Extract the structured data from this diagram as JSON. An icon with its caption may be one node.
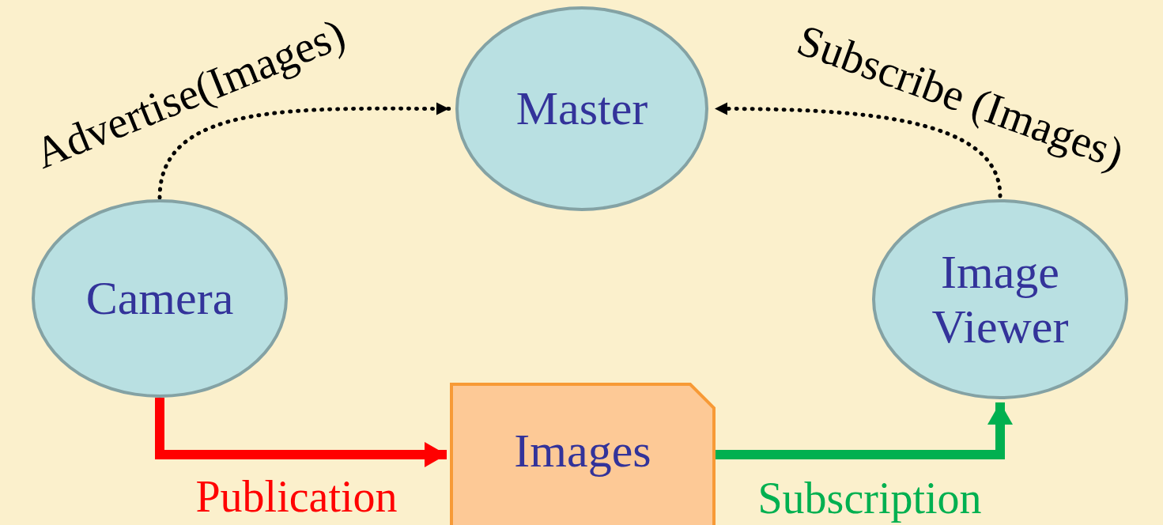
{
  "diagram": {
    "nodes": [
      {
        "text": [
          "Master"
        ]
      },
      {
        "text": [
          "Camera"
        ]
      },
      {
        "text": [
          "Image Viewer"
        ]
      },
      {
        "text": [
          "Images"
        ]
      }
    ],
    "edges": [
      {
        "from": 1,
        "to": 0,
        "arrow": "to",
        "label": "Advertise(Images)",
        "style": "dashed"
      },
      {
        "from": 2,
        "to": 0,
        "arrow": "to",
        "label": "Subscribe (Images)",
        "style": "dashed"
      },
      {
        "from": 1,
        "to": 3,
        "arrow": "to",
        "label": "Publication",
        "style": "thick",
        "color": "#ff0000"
      },
      {
        "from": 3,
        "to": 2,
        "arrow": "to",
        "label": "Subscription",
        "style": "thick",
        "color": "#00b050"
      }
    ]
  }
}
